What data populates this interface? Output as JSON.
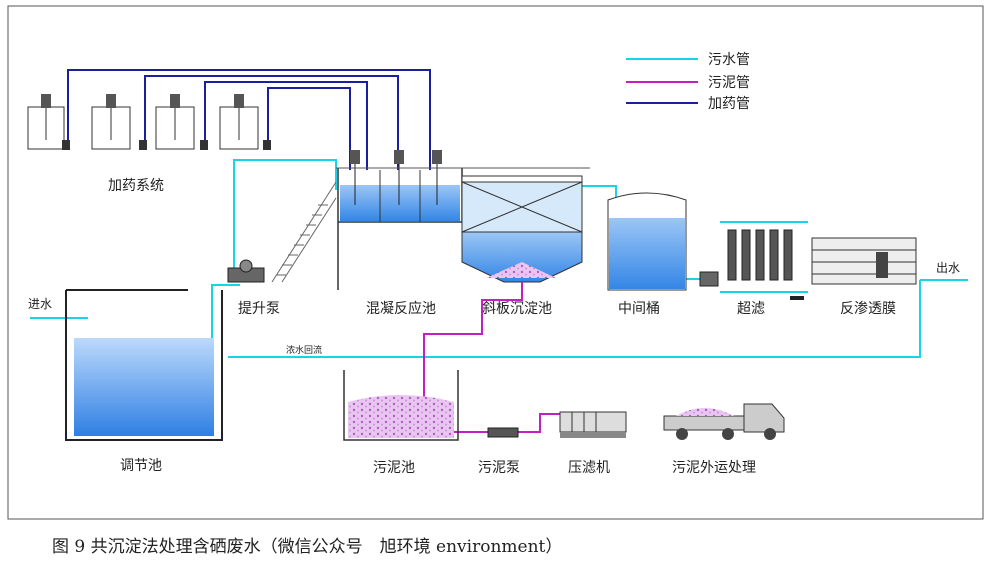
{
  "legend": {
    "sewage_pipe": "污水管",
    "sludge_pipe": "污泥管",
    "dosing_pipe": "加药管"
  },
  "labels": {
    "dosing_system": "加药系统",
    "inlet": "进水",
    "lift_pump": "提升泵",
    "coag_tank": "混凝反应池",
    "settler": "斜板沉淀池",
    "mid_bucket": "中间桶",
    "uf": "超滤",
    "ro": "反渗透膜",
    "outlet": "出水",
    "equalization_tank": "调节池",
    "sludge_tank": "污泥池",
    "sludge_pump": "污泥泵",
    "filter_press": "压滤机",
    "sludge_disposal": "污泥外运处理",
    "concentrate_return": "浓水回流"
  },
  "caption": "图 9 共沉淀法处理含硒废水（微信公众号　旭环境 environment）",
  "colors": {
    "sewage": "#19d4e6",
    "sludge": "#c21fc4",
    "dosing": "#1a1f9c",
    "water": "#3e8fe8"
  }
}
